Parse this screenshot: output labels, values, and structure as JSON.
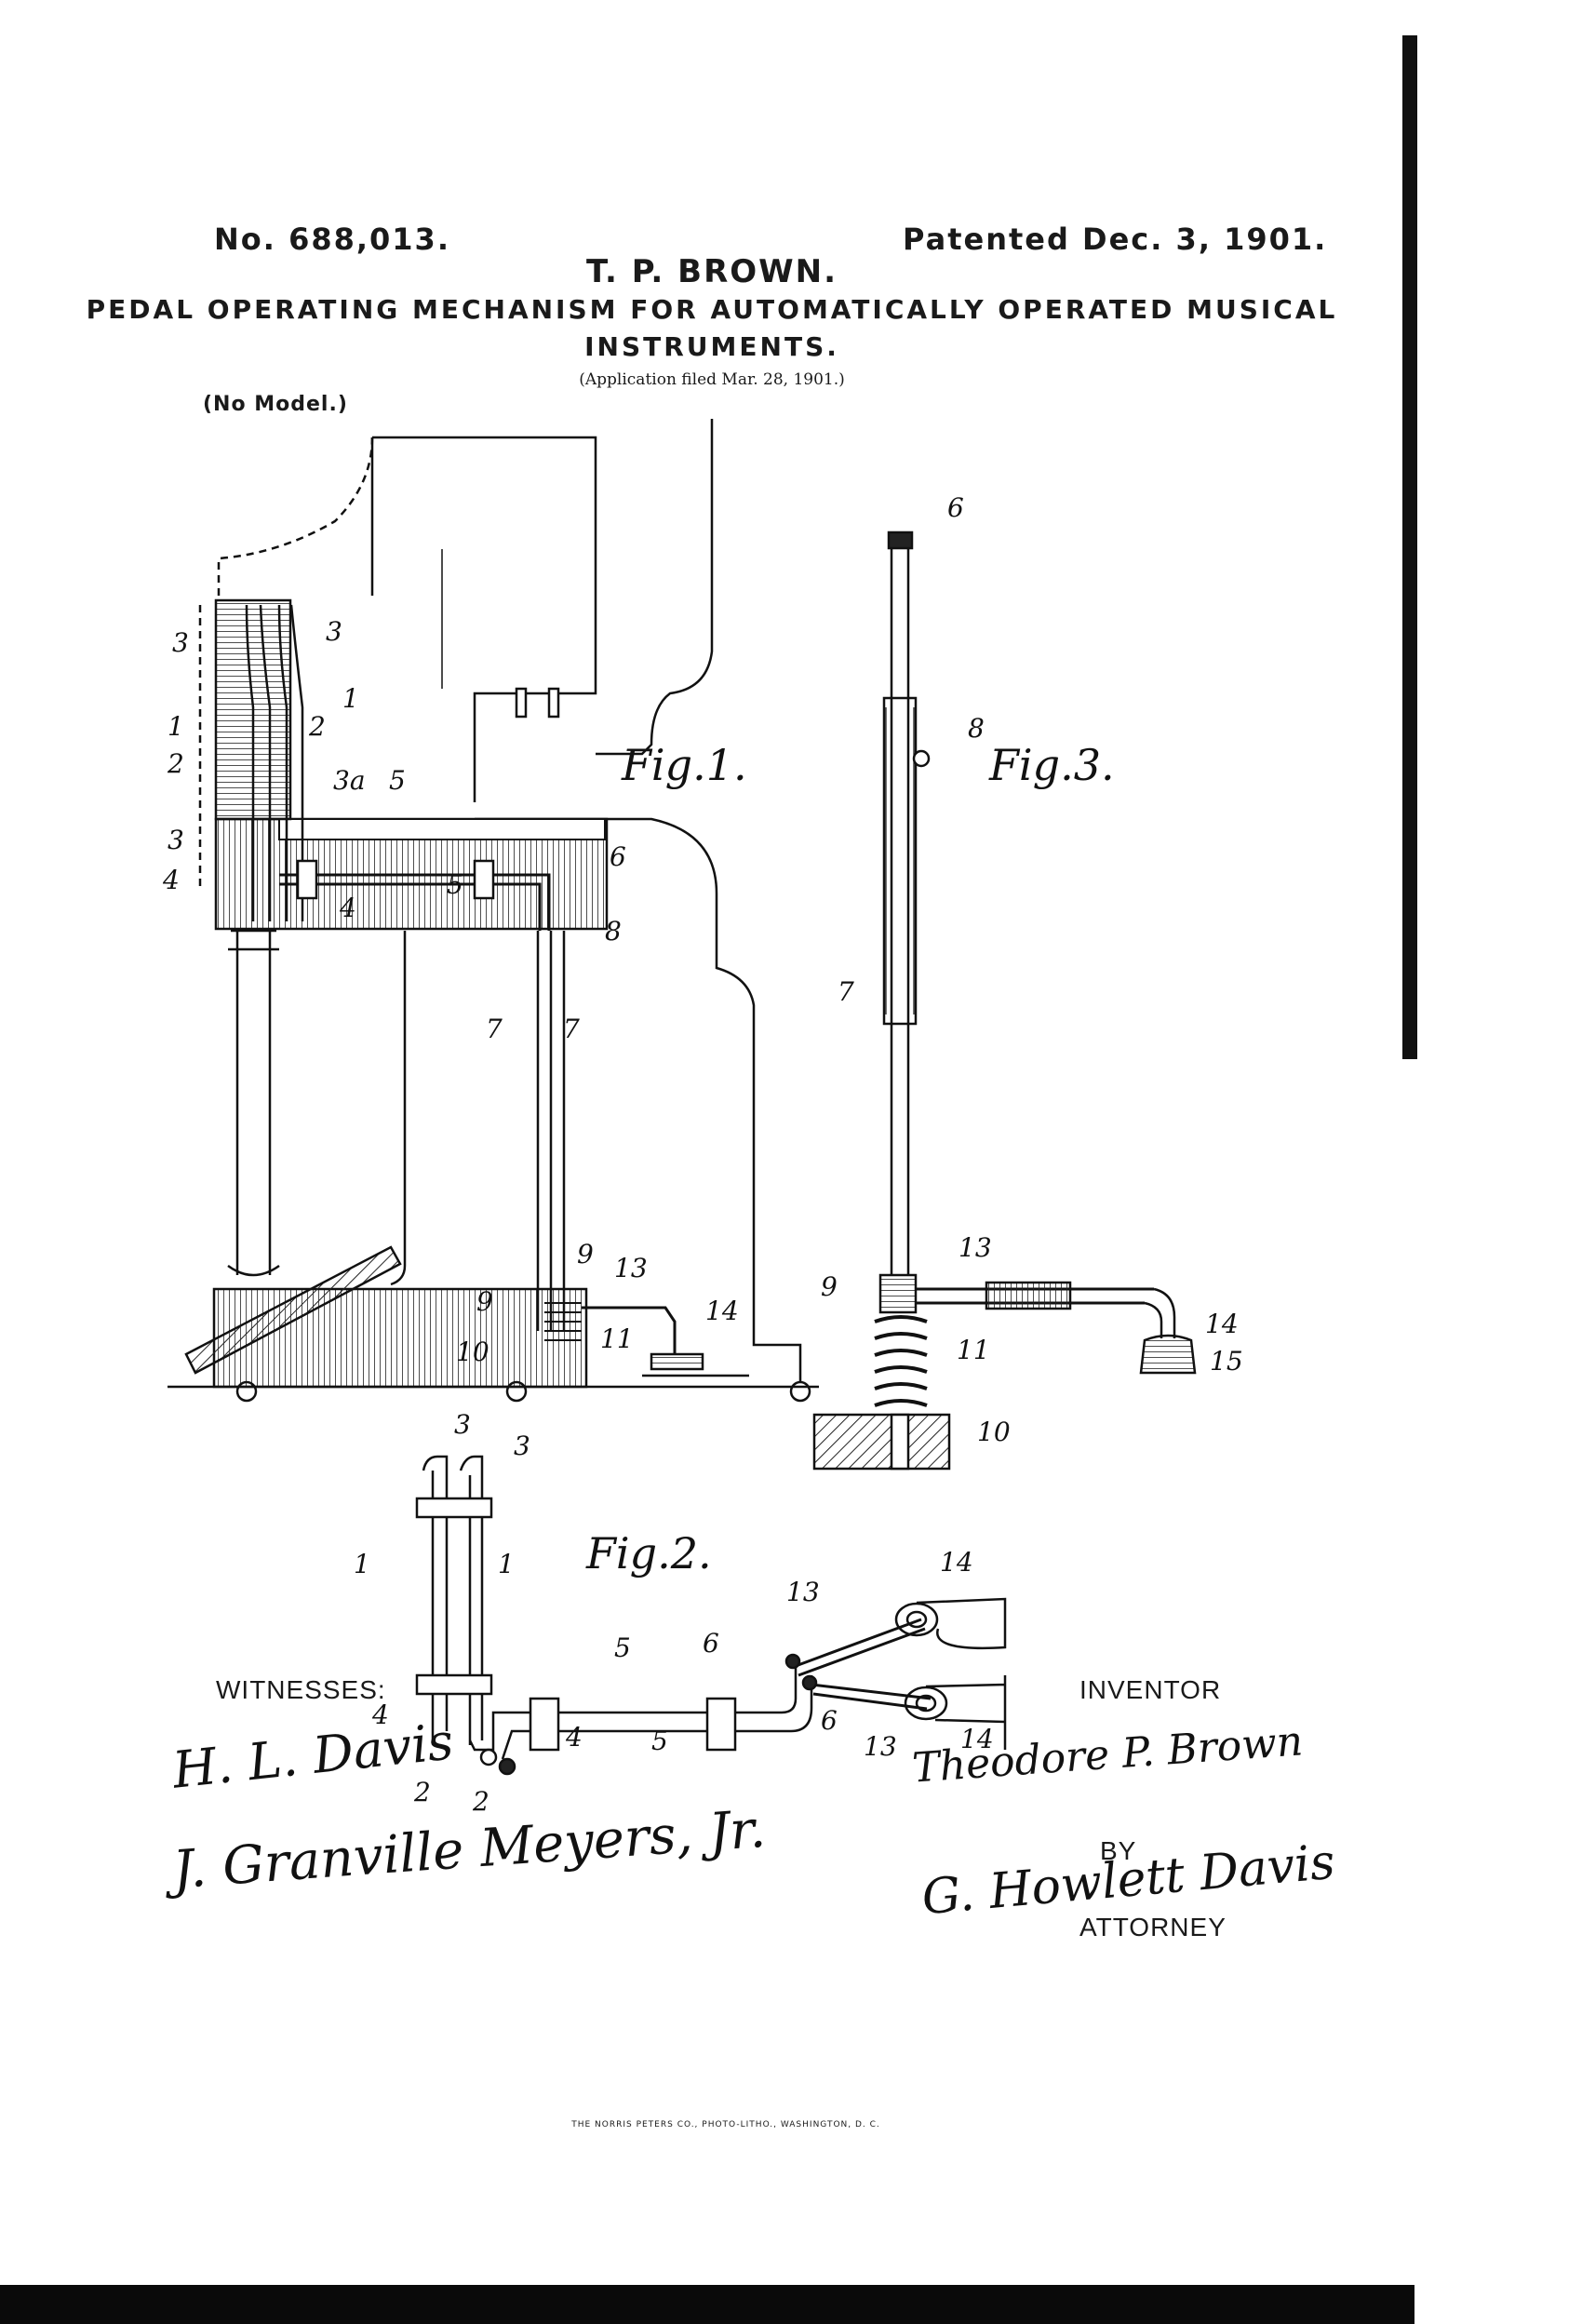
{
  "header": {
    "patent_number": "No. 688,013.",
    "patent_date": "Patented Dec. 3, 1901.",
    "inventor_name": "T. P. BROWN.",
    "title_line1": "PEDAL OPERATING MECHANISM FOR AUTOMATICALLY OPERATED MUSICAL",
    "title_line2": "INSTRUMENTS.",
    "application_filed": "(Application filed Mar. 28, 1901.)",
    "no_model": "(No Model.)"
  },
  "figures": {
    "fig1": "Fig.1.",
    "fig2": "Fig.2.",
    "fig3": "Fig.3."
  },
  "reference_numerals": {
    "n1": "1",
    "n2": "2",
    "n3": "3",
    "n3a": "3a",
    "n4": "4",
    "n5": "5",
    "n6": "6",
    "n7": "7",
    "n8": "8",
    "n9": "9",
    "n10": "10",
    "n11": "11",
    "n13": "13",
    "n14": "14",
    "n15": "15"
  },
  "signatures": {
    "witnesses_label": "WITNESSES:",
    "witness1": "H. L. Davis",
    "witness2": "J. Granville Meyers, Jr.",
    "inventor_label": "INVENTOR",
    "inventor_signature": "Theodore P. Brown",
    "by_label": "BY",
    "attorney_signature": "G. Howlett Davis",
    "attorney_label": "ATTORNEY"
  },
  "footer": {
    "printer": "THE NORRIS PETERS CO., PHOTO-LITHO., WASHINGTON, D. C."
  }
}
